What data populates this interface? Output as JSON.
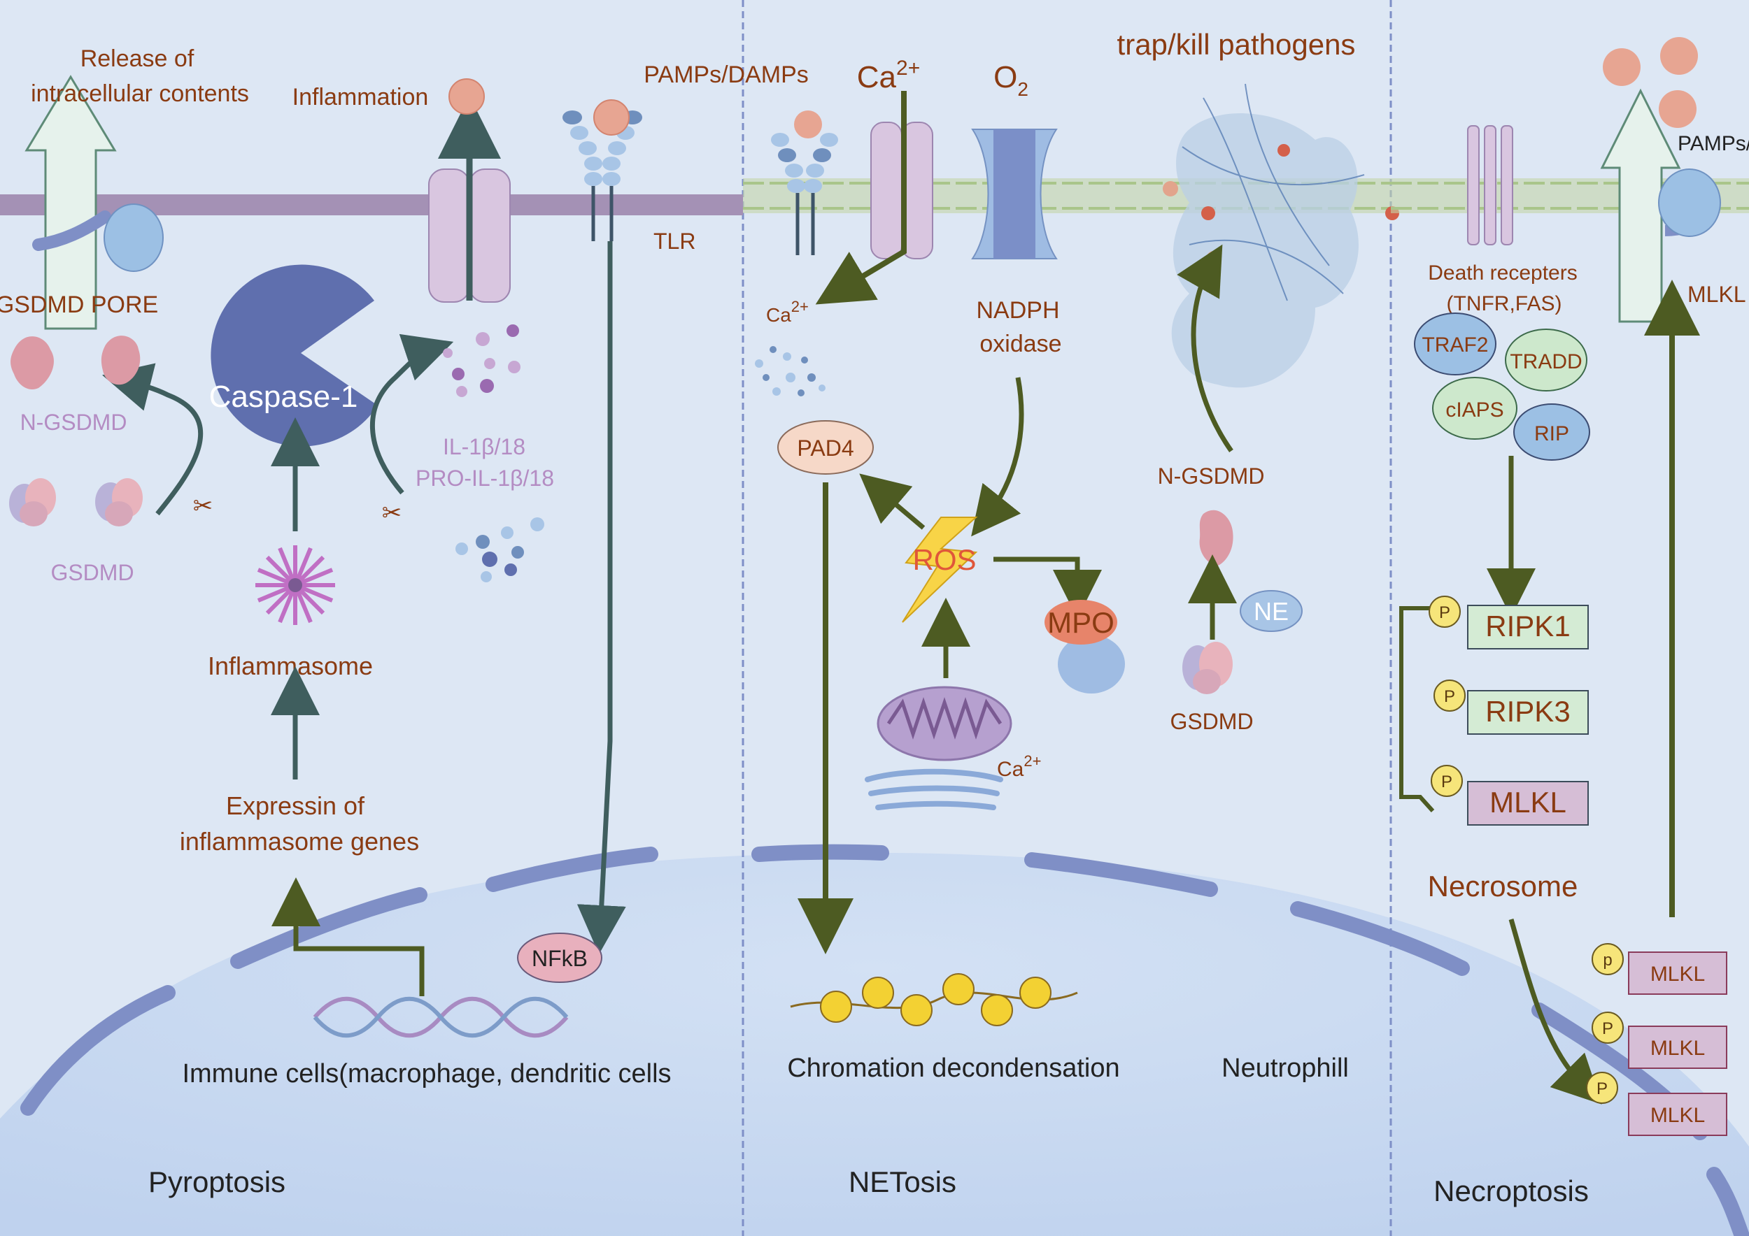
{
  "panels": {
    "pyroptosis": {
      "title": "Pyroptosis",
      "release": "Release of",
      "release2": "intracellular contents",
      "inflammation": "Inflammation",
      "pamps": "PAMPs/DAMPs",
      "tlr": "TLR",
      "gsdmd_pore": "GSDMD PORE",
      "caspase": "Caspase-1",
      "n_gsdmd": "N-GSDMD",
      "il1": "IL-1β/18",
      "pro_il1": "PRO-IL-1β/18",
      "gsdmd": "GSDMD",
      "inflammasome": "Inflammasome",
      "expr1": "Expressin of",
      "expr2": "inflammasome genes",
      "nfkb": "NFkB",
      "cells": "Immune cells(macrophage, dendritic cells"
    },
    "netosis": {
      "title": "NETosis",
      "ca": "Ca",
      "ca_sup": "2+",
      "o2": "O",
      "o2_sub": "2",
      "trap": "trap/kill pathogens",
      "ca_small": "Ca",
      "ca_small_sup": "2+",
      "nadph1": "NADPH",
      "nadph2": "oxidase",
      "pad4": "PAD4",
      "ros": "ROS",
      "mpo": "MPO",
      "ca_mito": "Ca",
      "ca_mito_sup": "2+",
      "n_gsdmd": "N-GSDMD",
      "ne": "NE",
      "gsdmd": "GSDMD",
      "chromatin": "Chromation decondensation",
      "neutrophil": "Neutrophill"
    },
    "necroptosis": {
      "title": "Necroptosis",
      "pamps": "PAMPs/DAMPs",
      "mlkl_pore": "MLKL PORE",
      "death1": "Death recepters",
      "death2": "(TNFR,FAS)",
      "traf2": "TRAF2",
      "tradd": "TRADD",
      "ciaps": "cIAPS",
      "rip": "RIP",
      "ripk1": "RIPK1",
      "ripk3": "RIPK3",
      "mlkl": "MLKL",
      "necrosome": "Necrosome",
      "p_upper": "P",
      "p_lower": "p",
      "mlkl_small": "MLKL"
    }
  },
  "colors": {
    "background": "#dde7f4",
    "nucleus": "#c9daf1",
    "membrane": "#a491b5",
    "green_arrow": "#4d5b22",
    "teal_arrow": "#3f5e5e",
    "brown_text": "#8a3b12",
    "lilac_text": "#b48cc3"
  }
}
